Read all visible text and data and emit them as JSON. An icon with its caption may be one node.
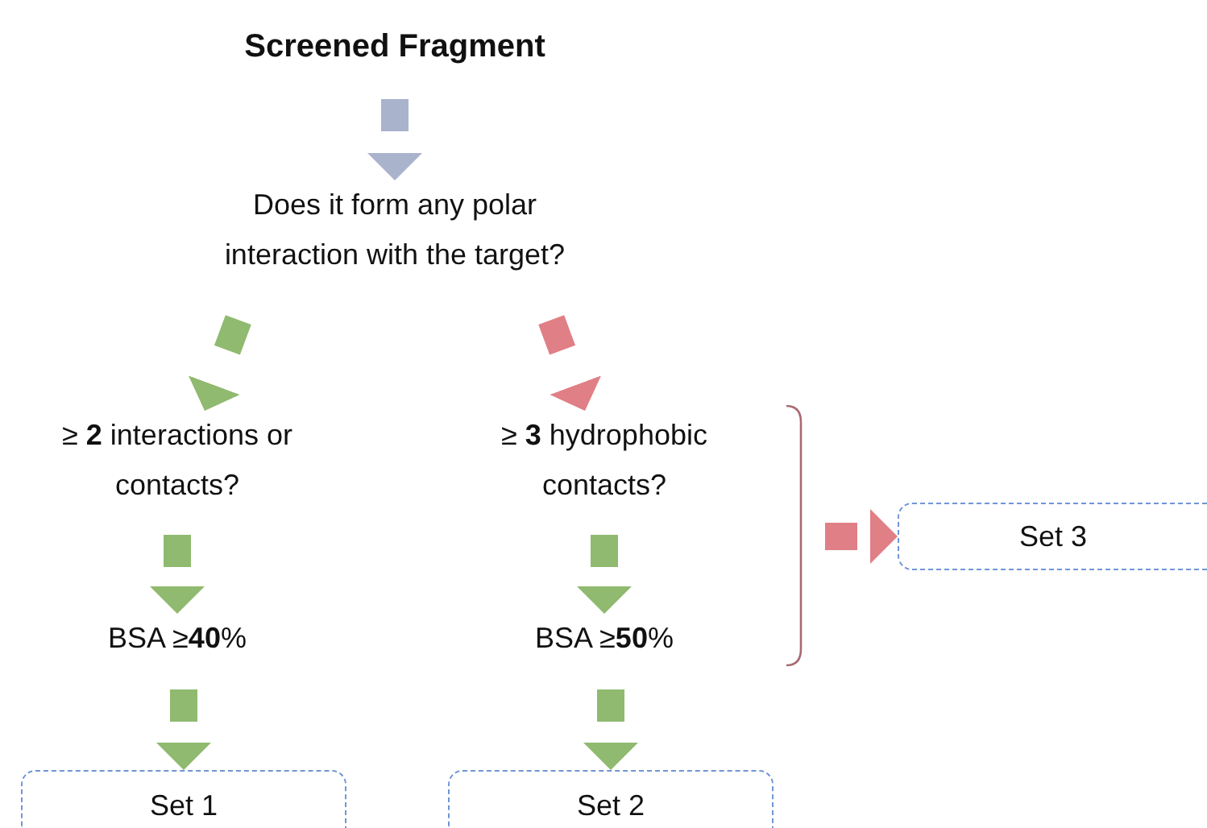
{
  "diagram": {
    "nodes": [
      {
        "text": [
          "Screened Fragment"
        ]
      },
      {
        "text": [
          "Does it form any polar interaction with the target?"
        ]
      },
      {
        "text": [
          "≥ **2** interactions or contacts?"
        ]
      },
      {
        "text": [
          "≥ **3** hydrophobic contacts?"
        ]
      },
      {
        "text": [
          "BSA ≥**40**%"
        ]
      },
      {
        "text": [
          "BSA ≥**50**%"
        ]
      },
      {
        "text": [
          "Set 1"
        ]
      },
      {
        "text": [
          "Set 2"
        ]
      },
      {
        "text": [
          "Set 3"
        ]
      }
    ],
    "edges": [
      {
        "from": 0,
        "to": 1,
        "arrow": "to",
        "color": "#aab3cc"
      },
      {
        "from": 1,
        "to": 2,
        "arrow": "to"
      },
      {
        "from": 1,
        "to": 3,
        "arrow": "to",
        "color": "#e07f86"
      },
      {
        "from": 2,
        "to": 4,
        "arrow": "to"
      },
      {
        "from": 3,
        "to": 5,
        "arrow": "to"
      },
      {
        "from": 4,
        "to": 6,
        "arrow": "to"
      },
      {
        "from": 5,
        "to": 7,
        "arrow": "to"
      },
      {
        "from": null,
        "to": 8,
        "arrow": "to",
        "color": "#e07f86"
      }
    ]
  }
}
